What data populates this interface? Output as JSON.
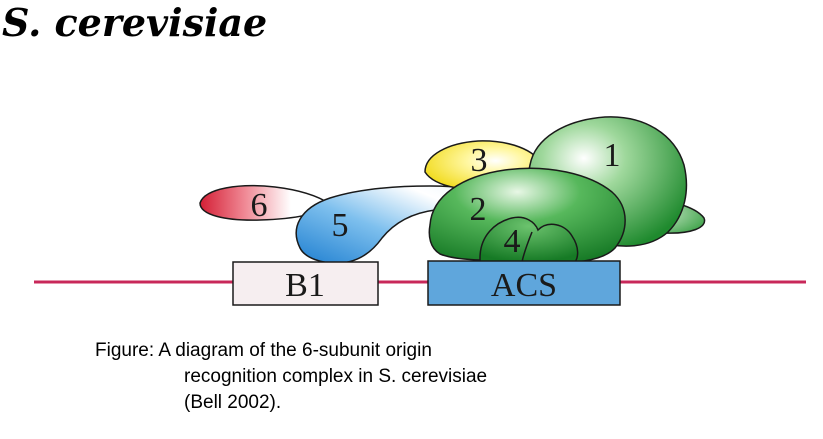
{
  "title": "S. cerevisiae",
  "subunits": {
    "s1": "1",
    "s2": "2",
    "s3": "3",
    "s4": "4",
    "s5": "5",
    "s6": "6"
  },
  "dna_elements": {
    "b1": "B1",
    "acs": "ACS"
  },
  "caption": {
    "line1": "Figure: A diagram of the 6-subunit origin",
    "line2": "recognition complex in S. cerevisiae",
    "line3": "(Bell 2002)."
  },
  "colors": {
    "dna_line": "#c8285a",
    "b1_box_fill": "#f6eef0",
    "acs_box_fill": "#5fa6dc",
    "subunit_green": "#2f9a3a",
    "subunit_yellow": "#f2e21a",
    "subunit_blue": "#2e8fd8",
    "subunit_red": "#d8243a"
  }
}
